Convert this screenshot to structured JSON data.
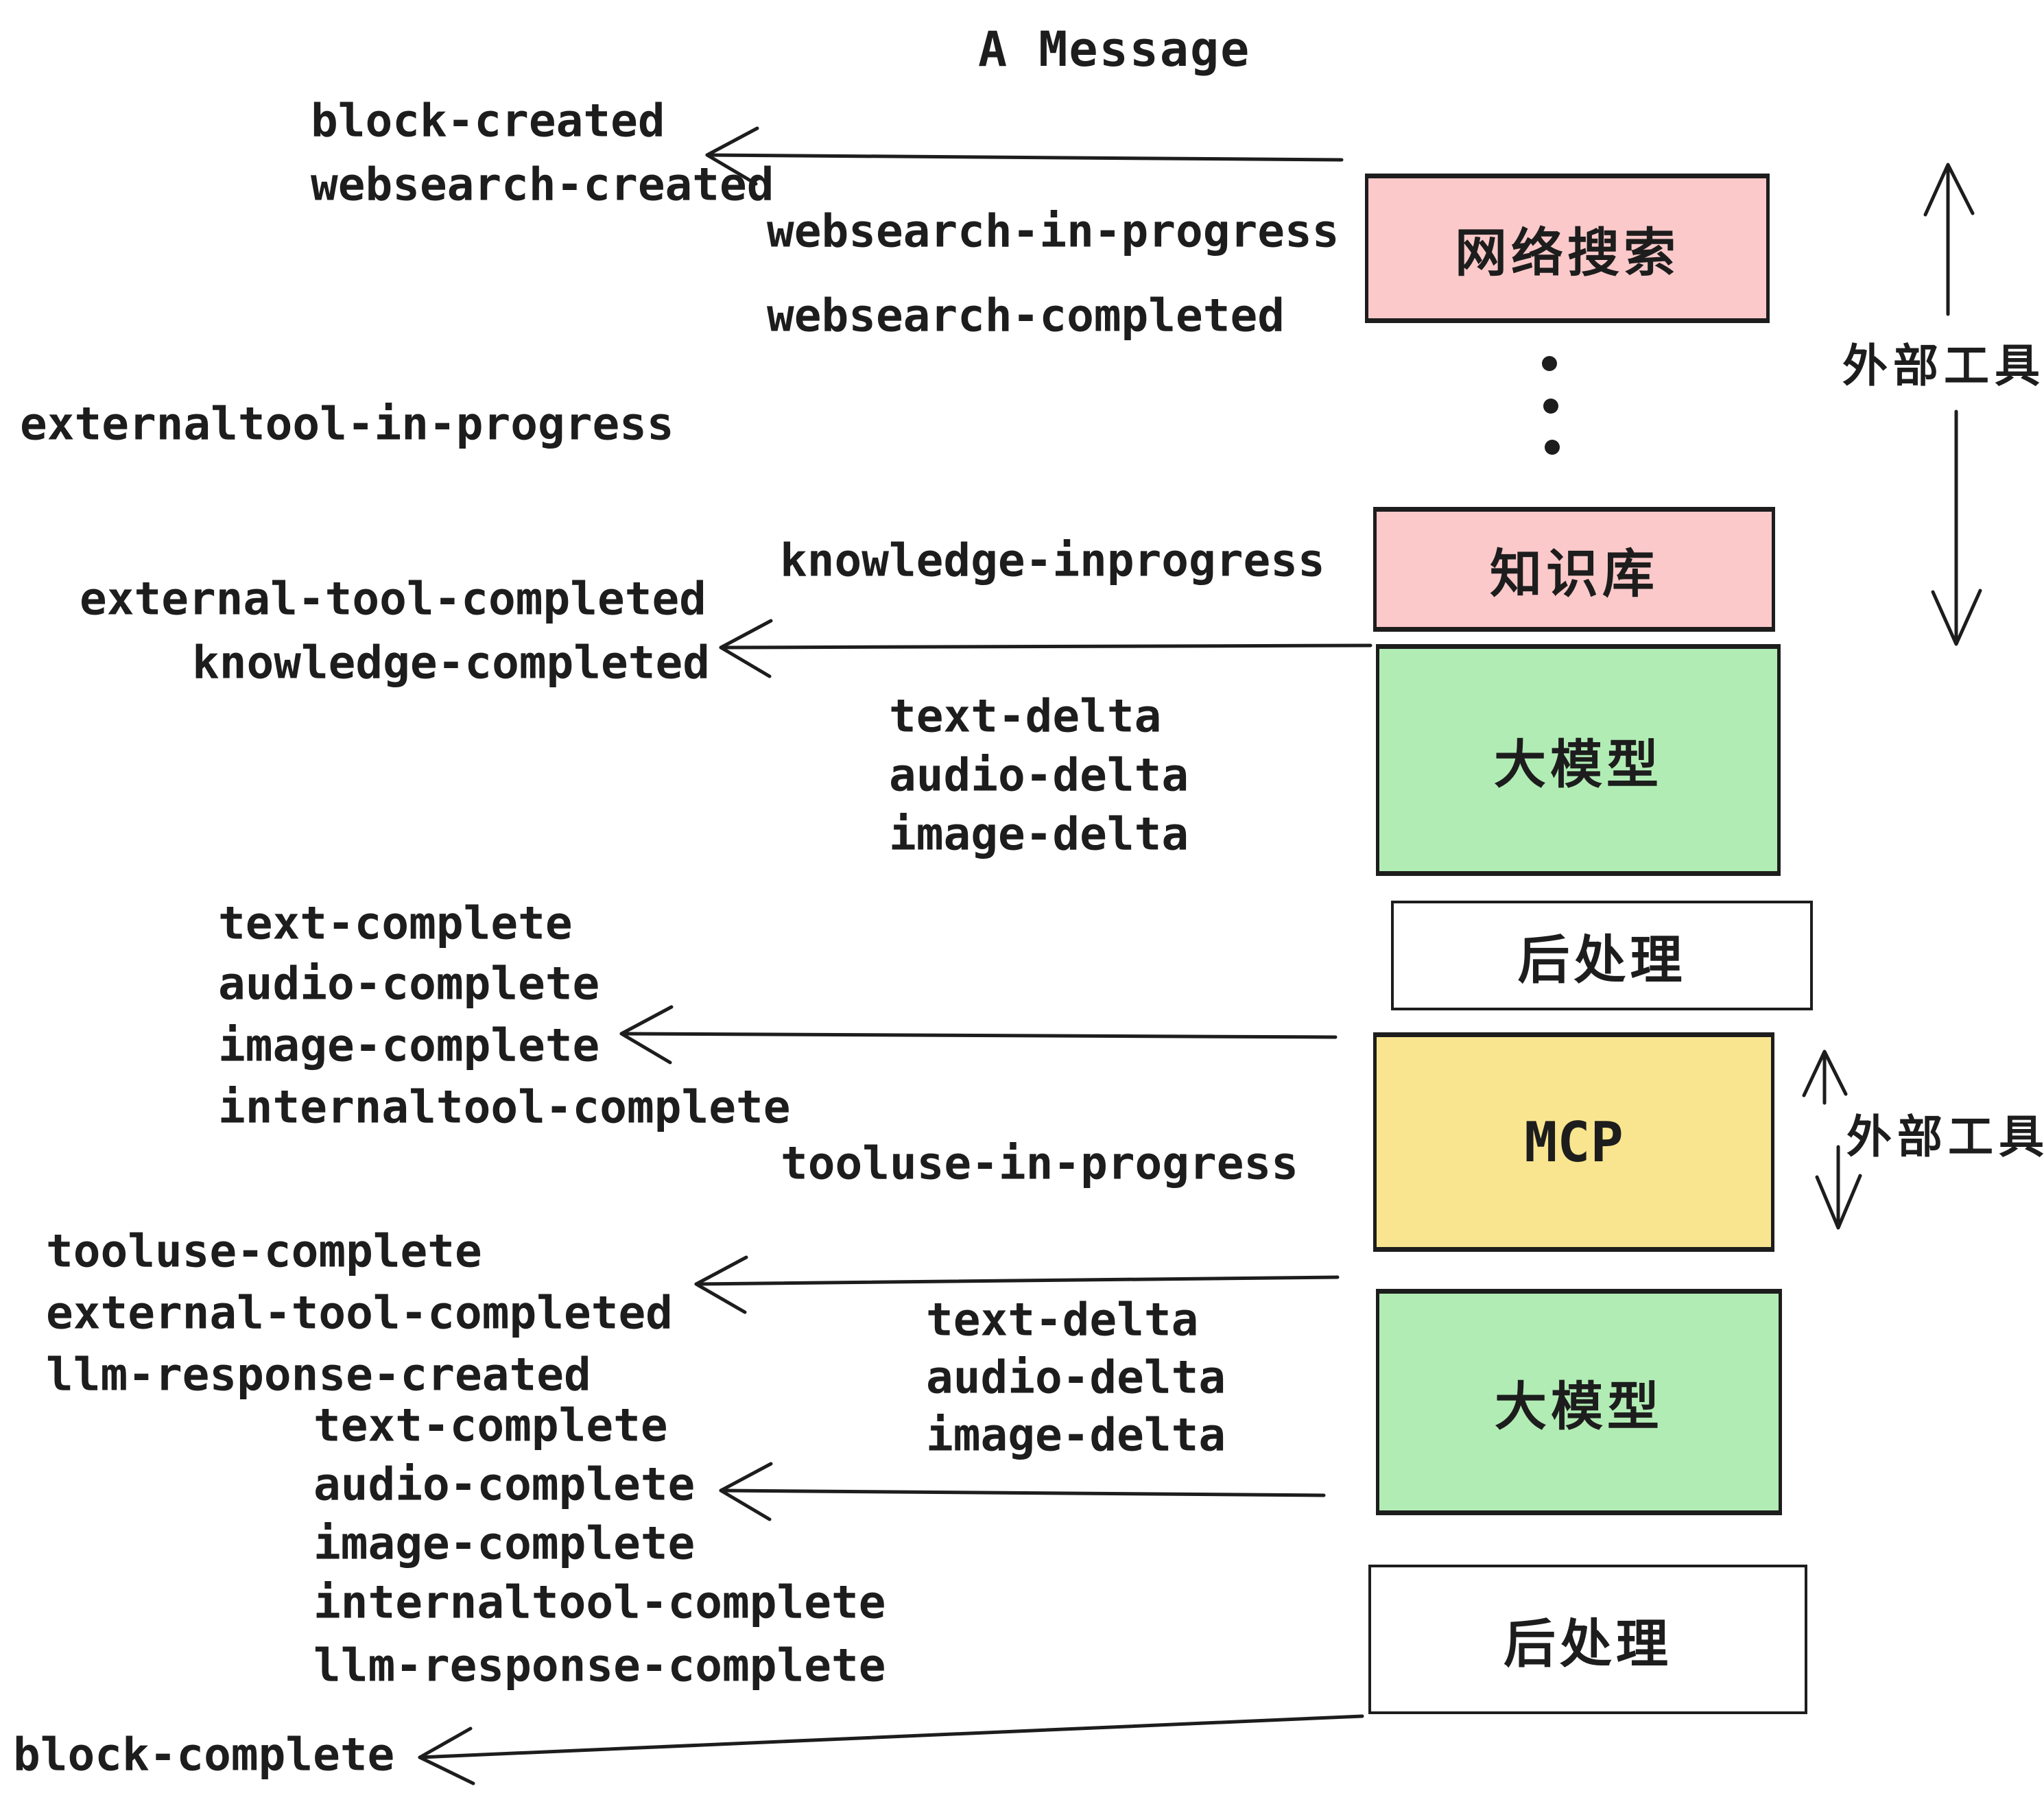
{
  "title": "A Message",
  "colors": {
    "background": "#ffffff",
    "stroke": "#1d1d1d",
    "text": "#1d1d1d",
    "box_pink": "#fbc9ca",
    "box_green": "#b1ecb4",
    "box_yellow": "#f9e58f",
    "box_white": "#ffffff"
  },
  "boxes": {
    "websearch": "网络搜索",
    "knowledge": "知识库",
    "llm_top": "大模型",
    "postprocess_top": "后处理",
    "mcp": "MCP",
    "llm_bottom": "大模型",
    "postprocess_bottom": "后处理"
  },
  "side_labels": {
    "external_tools_top": "外部工具",
    "external_tools_mcp": "外部工具"
  },
  "events": {
    "block_created": "block-created",
    "websearch_created": "websearch-created",
    "websearch_in_progress": "websearch-in-progress",
    "websearch_completed": "websearch-completed",
    "externaltool_in_progress": "externaltool-in-progress",
    "knowledge_inprogress": "knowledge-inprogress",
    "external_tool_completed": "external-tool-completed",
    "knowledge_completed": "knowledge-completed",
    "text_delta_1": "text-delta",
    "audio_delta_1": "audio-delta",
    "image_delta_1": "image-delta",
    "text_complete_1": "text-complete",
    "audio_complete_1": "audio-complete",
    "image_complete_1": "image-complete",
    "internaltool_complete_1": "internaltool-complete",
    "tooluse_in_progress": "tooluse-in-progress",
    "tooluse_complete": "tooluse-complete",
    "external_tool_completed_2": "external-tool-completed",
    "llm_response_created": "llm-response-created",
    "text_complete_2": "text-complete",
    "audio_complete_2": "audio-complete",
    "image_complete_2": "image-complete",
    "internaltool_complete_2": "internaltool-complete",
    "llm_response_complete": "llm-response-complete",
    "block_complete": "block-complete"
  }
}
